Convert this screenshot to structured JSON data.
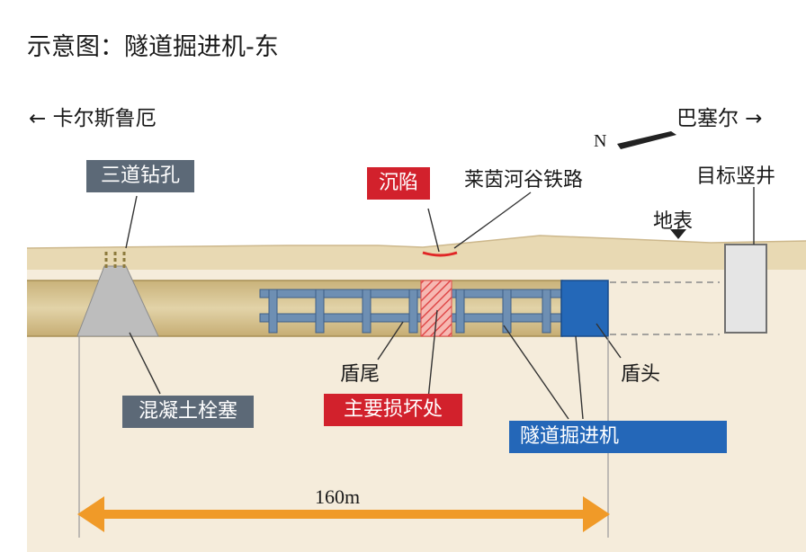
{
  "title": "示意图：隧道掘进机-东",
  "direction_left": "← 卡尔斯鲁厄",
  "direction_right": "巴塞尔 →",
  "north_label": "N",
  "labels": {
    "drill_holes": "三道钻孔",
    "subsidence": "沉陷",
    "railway": "莱茵河谷铁路",
    "target_shaft": "目标竖井",
    "surface": "地表",
    "concrete_plug": "混凝土栓塞",
    "shield_tail": "盾尾",
    "main_damage": "主要损坏处",
    "shield_head": "盾头",
    "tbm": "隧道掘进机"
  },
  "dimension": "160m",
  "colors": {
    "ground": "#f4ead8",
    "surface_band": "#e6d6b0",
    "tunnel": "#d5c28f",
    "frame": "#6e8fb3",
    "shield": "#2266b5",
    "gray_box": "#5d6a78",
    "red_box": "#d2212c",
    "blue_box": "#2467b8",
    "arrow": "#f09a28"
  }
}
